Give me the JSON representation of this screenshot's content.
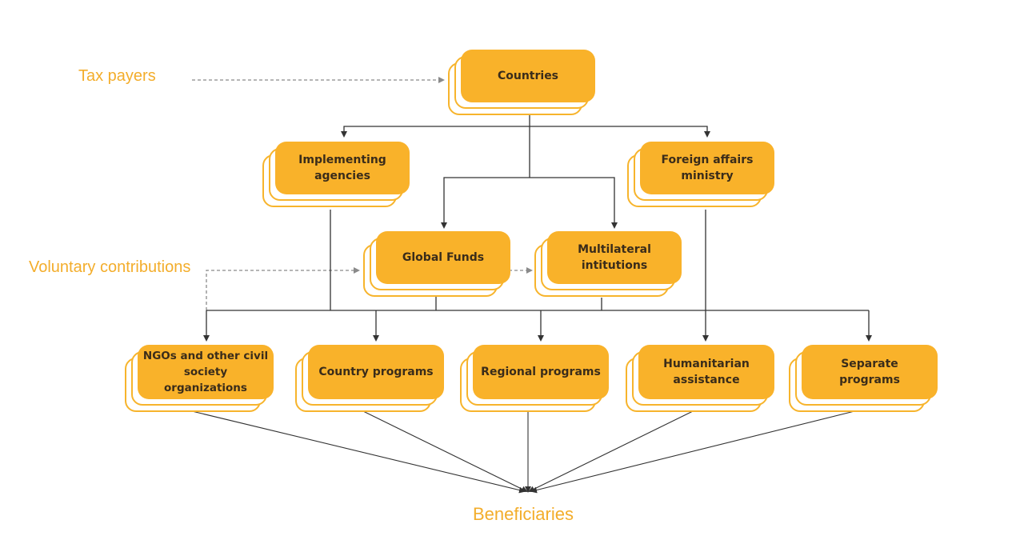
{
  "diagram": {
    "colors": {
      "box_fill": "#f9b22a",
      "box_outline": "#f7b42c",
      "label": "#f3ad2b",
      "arrow": "#333333",
      "dashed_arrow": "#8a8a8a"
    },
    "nodes": {
      "countries": "Countries",
      "implementing_agencies": "Implementing agencies",
      "foreign_affairs_ministry": "Foreign affairs ministry",
      "global_funds": "Global Funds",
      "multilateral_institutions": "Multilateral intitutions",
      "ngos": "NGOs and other civil society organizations",
      "country_programs": "Country programs",
      "regional_programs": "Regional programs",
      "humanitarian_assistance": "Humanitarian assistance",
      "separate_programs": "Separate programs"
    },
    "labels": {
      "tax_payers": "Tax payers",
      "voluntary_contributions": "Voluntary contributions",
      "beneficiaries": "Beneficiaries"
    }
  }
}
